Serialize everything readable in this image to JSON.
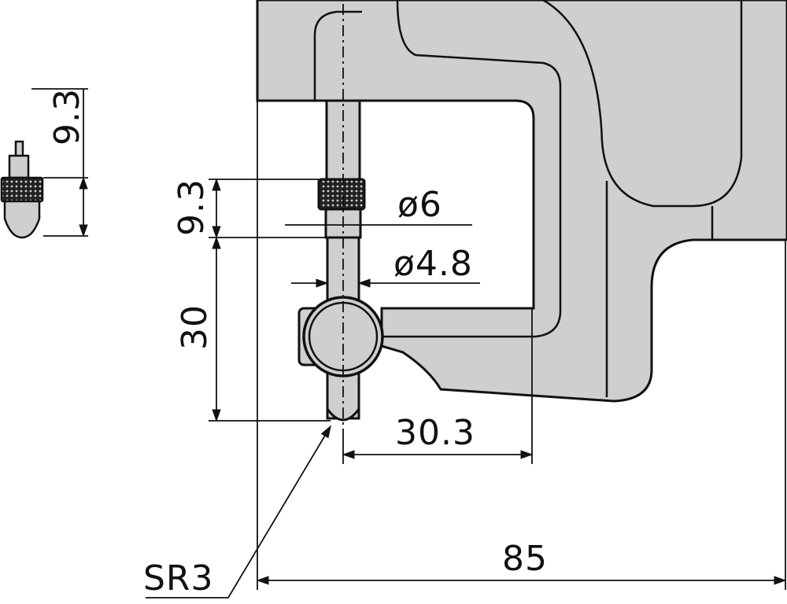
{
  "dimensions": {
    "top_tip_height": "9.3",
    "left_tip_height": "9.3",
    "spindle_diameter": "ø6",
    "contact_diameter": "ø4.8",
    "travel_length": "30",
    "throat_depth": "30.3",
    "overall_width": "85",
    "ball_radius": "SR3"
  },
  "colors": {
    "body_fill": "#cfcfcf",
    "line": "#111111",
    "background": "#ffffff"
  }
}
